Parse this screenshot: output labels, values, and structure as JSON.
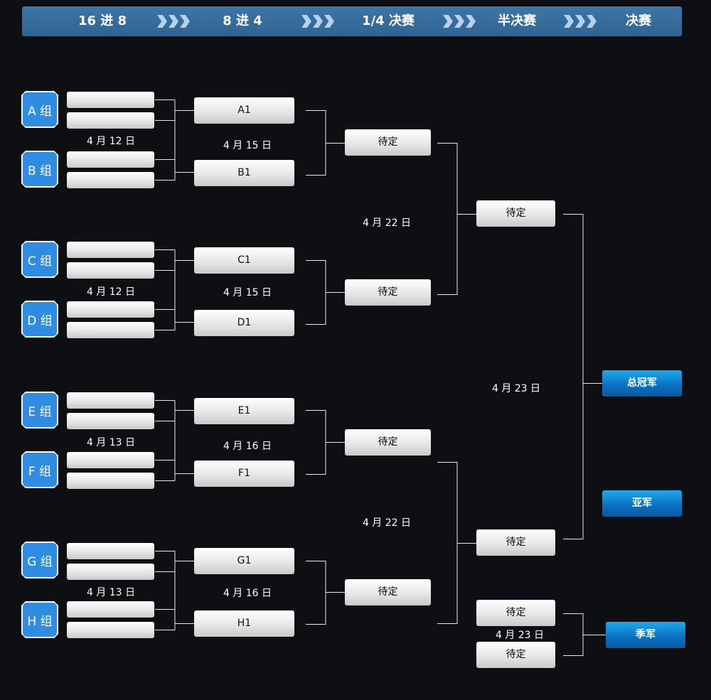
{
  "header": {
    "stages": [
      "16 进 8",
      "8 进 4",
      "1/4 决赛",
      "半决赛",
      "决赛"
    ]
  },
  "groups": [
    "A 组",
    "B 组",
    "C 组",
    "D 组",
    "E 组",
    "F 组",
    "G 组",
    "H 组"
  ],
  "round16_dates": [
    "4 月 12 日",
    "4 月 12 日",
    "4 月 13 日",
    "4 月 13 日"
  ],
  "round8": {
    "slots": [
      "A1",
      "B1",
      "C1",
      "D1",
      "E1",
      "F1",
      "G1",
      "H1"
    ],
    "dates": [
      "4 月 15 日",
      "4 月 15 日",
      "4 月 16 日",
      "4 月 16 日"
    ]
  },
  "quarterfinal": {
    "slots": [
      "待定",
      "待定",
      "待定",
      "待定"
    ],
    "dates": [
      "4 月 22 日",
      "4 月 22 日"
    ]
  },
  "semifinal": {
    "slots": [
      "待定",
      "待定"
    ],
    "date": "4 月 23 日"
  },
  "third_place": {
    "slots": [
      "待定",
      "待定"
    ],
    "date": "4 月 23 日"
  },
  "awards": {
    "champion": "总冠军",
    "runner_up": "亚军",
    "third": "季军"
  },
  "colors": {
    "background": "#0e0f12",
    "header": "#3570a0",
    "group_badge": "#2f8ce0",
    "award": "#0a7fd0"
  }
}
